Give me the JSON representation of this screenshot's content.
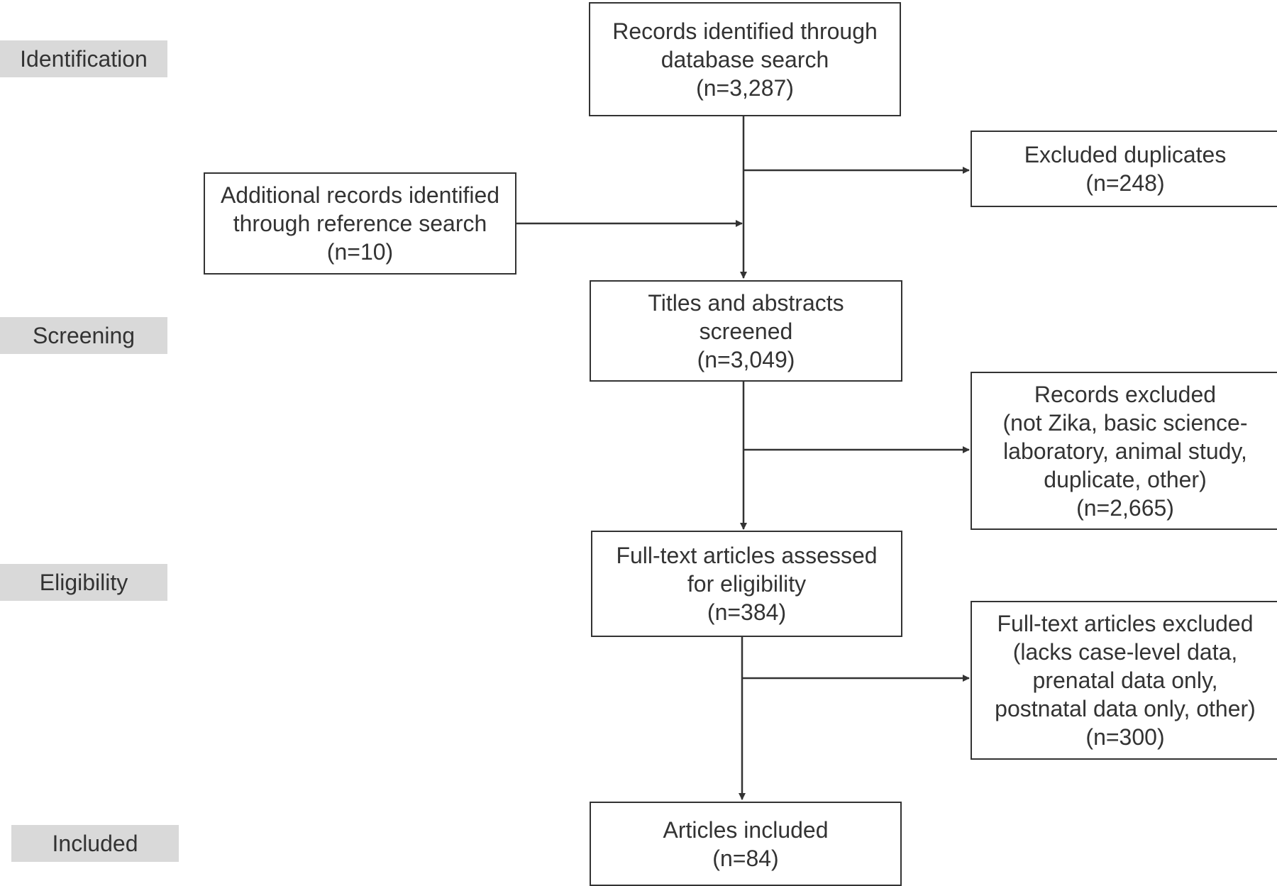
{
  "stages": {
    "identification": "Identification",
    "screening": "Screening",
    "eligibility": "Eligibility",
    "included": "Included"
  },
  "boxes": {
    "database_search": {
      "lines": [
        "Records identified through",
        "database search",
        "(n=3,287)"
      ]
    },
    "reference_search": {
      "lines": [
        "Additional records identified",
        "through reference search",
        "(n=10)"
      ]
    },
    "excluded_duplicates": {
      "lines": [
        "Excluded duplicates",
        "(n=248)"
      ]
    },
    "titles_abstracts": {
      "lines": [
        "Titles and abstracts",
        "screened",
        "(n=3,049)"
      ]
    },
    "records_excluded": {
      "lines": [
        "Records excluded",
        "(not Zika, basic science-",
        "laboratory, animal study,",
        "duplicate, other)",
        "(n=2,665)"
      ]
    },
    "fulltext_assessed": {
      "lines": [
        "Full-text articles assessed",
        "for eligibility",
        "(n=384)"
      ]
    },
    "fulltext_excluded": {
      "lines": [
        "Full-text articles excluded",
        "(lacks case-level data,",
        "prenatal data only,",
        "postnatal data only, other)",
        "(n=300)"
      ]
    },
    "articles_included": {
      "lines": [
        "Articles included",
        "(n=84)"
      ]
    }
  },
  "colors": {
    "stroke": "#333333",
    "stage_fill": "#d9d9d9",
    "text": "#333333"
  }
}
